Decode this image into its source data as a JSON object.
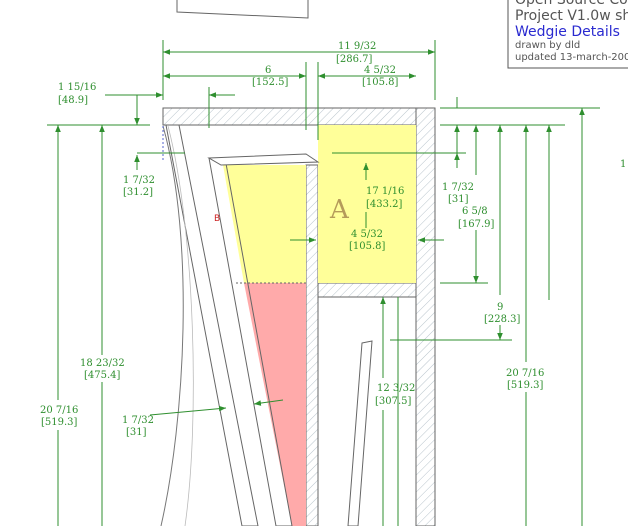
{
  "title_block": {
    "line1": "Open Source Co",
    "line2": "Project V1.0w sh",
    "line3": "Wedgie Details",
    "line4": "drawn by dld",
    "line5": "updated 13-march-200"
  },
  "labels": {
    "region_a": "A",
    "marker_b": "B"
  },
  "dimensions": [
    {
      "id": "dim-overall-width",
      "frac": "11 9/32",
      "mm": "[286.7]"
    },
    {
      "id": "dim-left-width",
      "frac": "6",
      "mm": "[152.5]"
    },
    {
      "id": "dim-right-width",
      "frac": "4 5/32",
      "mm": "[105.8]"
    },
    {
      "id": "dim-top-offset",
      "frac": "1 15/16",
      "mm": "[48.9]"
    },
    {
      "id": "dim-small-left",
      "frac": "1 7/32",
      "mm": "[31.2]"
    },
    {
      "id": "dim-small-right",
      "frac": "1 7/32",
      "mm": "[31]"
    },
    {
      "id": "dim-a-height",
      "frac": "17 1/16",
      "mm": "[433.2]"
    },
    {
      "id": "dim-a-width",
      "frac": "4 5/32",
      "mm": "[105.8]"
    },
    {
      "id": "dim-right-6",
      "frac": "6 5/8",
      "mm": "[167.9]"
    },
    {
      "id": "dim-right-9",
      "frac": "9",
      "mm": "[228.3]"
    },
    {
      "id": "dim-left-18",
      "frac": "18 23/32",
      "mm": "[475.4]"
    },
    {
      "id": "dim-left-20",
      "frac": "20 7/16",
      "mm": "[519.3]"
    },
    {
      "id": "dim-bottom-small",
      "frac": "1 7/32",
      "mm": "[31]"
    },
    {
      "id": "dim-center-12",
      "frac": "12 3/32",
      "mm": "[307.5]"
    },
    {
      "id": "dim-right-20",
      "frac": "20 7/16",
      "mm": "[519.3]"
    }
  ],
  "edge_mark": "1",
  "colors": {
    "dimension": "#2f8f2f",
    "region_yellow": "#ffff99",
    "region_red": "#ffaaaa",
    "outline": "#666666",
    "title_blue": "#2a2ad0"
  }
}
